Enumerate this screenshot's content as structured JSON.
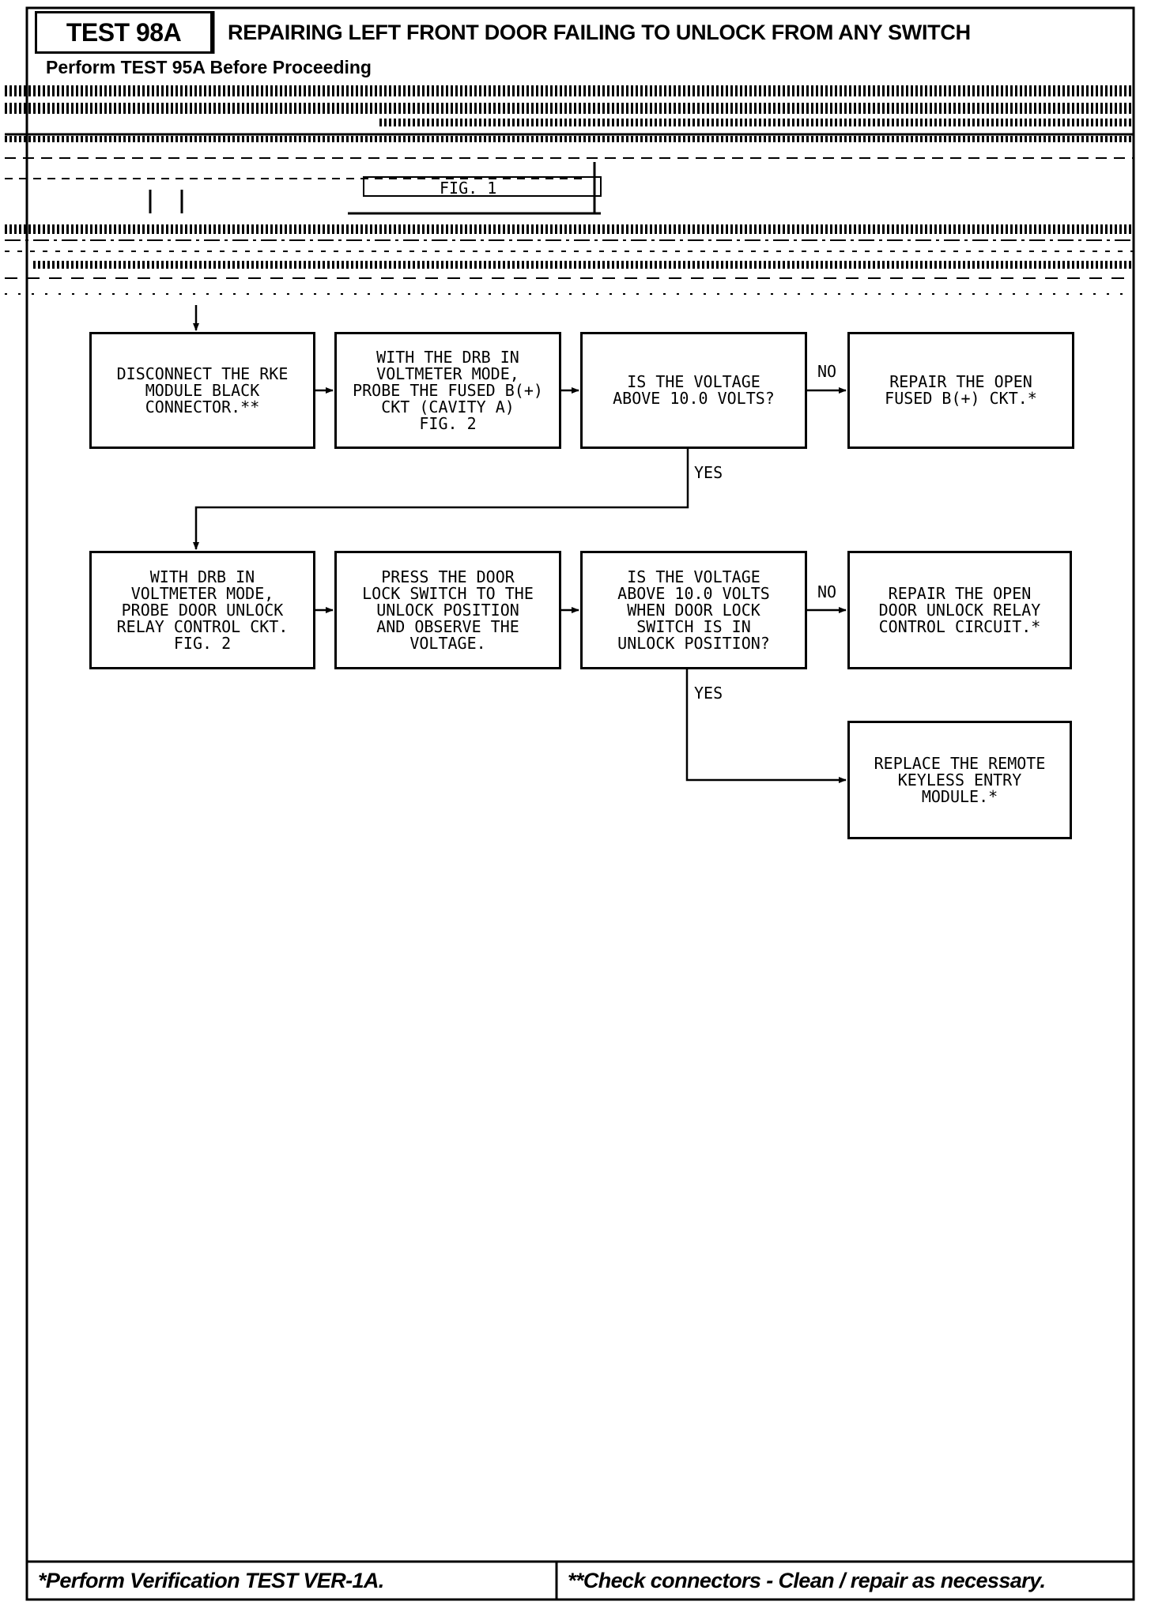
{
  "header": {
    "test_id": "TEST 98A",
    "title": "REPAIRING LEFT FRONT DOOR FAILING TO UNLOCK FROM ANY SWITCH",
    "prerequisite": "Perform TEST 95A Before Proceeding"
  },
  "figure_ref": "FIG. 1",
  "flow": {
    "row1": {
      "step1": "DISCONNECT THE RKE\nMODULE BLACK\nCONNECTOR.**",
      "step2": "WITH THE DRB IN\nVOLTMETER MODE,\nPROBE THE FUSED B(+)\nCKT (CAVITY A)\nFIG. 2",
      "decision": "IS THE VOLTAGE\nABOVE 10.0 VOLTS?",
      "no_action": "REPAIR THE OPEN\nFUSED B(+) CKT.*",
      "no_label": "NO",
      "yes_label": "YES"
    },
    "row2": {
      "step1": "WITH DRB IN\nVOLTMETER MODE,\nPROBE DOOR UNLOCK\nRELAY CONTROL CKT.\nFIG. 2",
      "step2": "PRESS THE DOOR\nLOCK SWITCH TO THE\nUNLOCK POSITION\nAND OBSERVE THE\nVOLTAGE.",
      "decision": "IS THE VOLTAGE\nABOVE 10.0 VOLTS\nWHEN DOOR LOCK\nSWITCH IS IN\nUNLOCK POSITION?",
      "no_action": "REPAIR THE OPEN\nDOOR UNLOCK RELAY\nCONTROL CIRCUIT.*",
      "no_label": "NO",
      "yes_label": "YES",
      "yes_action": "REPLACE THE REMOTE\nKEYLESS ENTRY\nMODULE.*"
    }
  },
  "footer": {
    "left": "*Perform Verification TEST VER-1A.",
    "right": "**Check connectors - Clean / repair as necessary."
  }
}
